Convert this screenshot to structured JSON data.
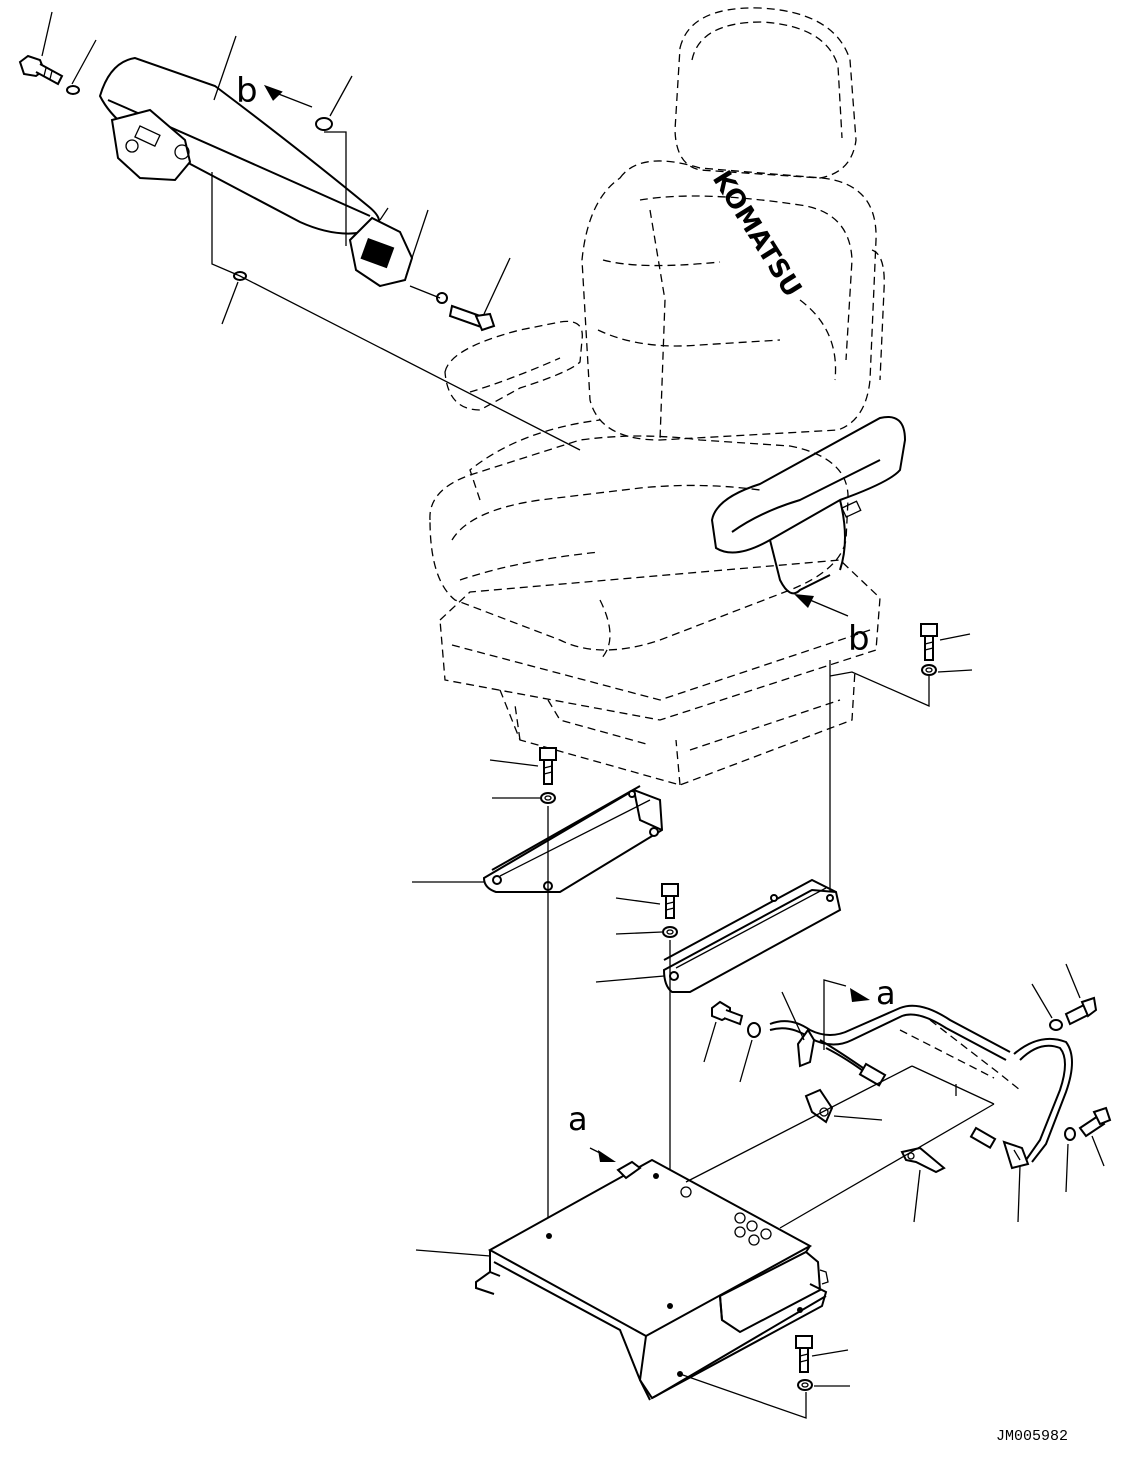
{
  "figure": {
    "reference_code": "JM005982",
    "view_labels": {
      "a_top": "a",
      "a_left": "a",
      "b_top": "b",
      "b_right": "b"
    },
    "seat_logo_text": "KOMATSU"
  }
}
